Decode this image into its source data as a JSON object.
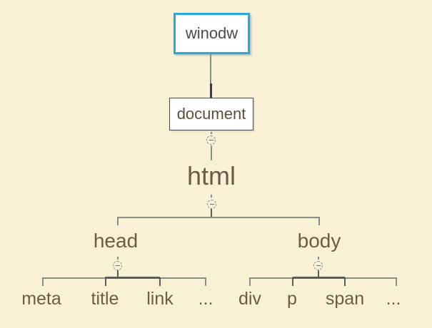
{
  "diagram": {
    "type": "dom-tree",
    "background_color": "#f8f1d6",
    "selected_node_border_color": "#2da5d6",
    "box_background_color": "#ffffff",
    "box_border_color": "#4c4b47",
    "connector_light_color": "#8b8b83",
    "connector_dark_color": "#3e3e3e",
    "text_color": "#6b5c48"
  },
  "nodes": {
    "window": {
      "label": "winodw",
      "selected": true
    },
    "document": {
      "label": "document"
    },
    "html": {
      "label": "html"
    },
    "head": {
      "label": "head",
      "children": [
        {
          "label": "meta"
        },
        {
          "label": "title"
        },
        {
          "label": "link"
        },
        {
          "label": "..."
        }
      ]
    },
    "body": {
      "label": "body",
      "children": [
        {
          "label": "div"
        },
        {
          "label": "p"
        },
        {
          "label": "span"
        },
        {
          "label": "..."
        }
      ]
    }
  },
  "icons": {
    "collapse": "minus-in-dashed-circle"
  }
}
